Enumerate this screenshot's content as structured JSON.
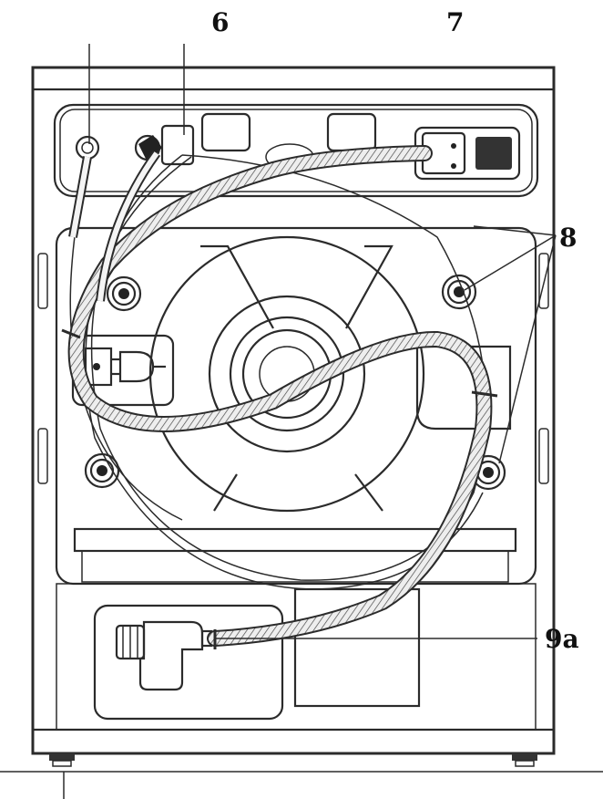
{
  "labels": {
    "six": "6",
    "seven": "7",
    "eight": "8",
    "nine_a": "9a"
  },
  "colors": {
    "stroke": "#2b2b2b",
    "hose_fill": "#ececec",
    "background": "#ffffff"
  },
  "icons": [
    "power-plug-icon"
  ]
}
